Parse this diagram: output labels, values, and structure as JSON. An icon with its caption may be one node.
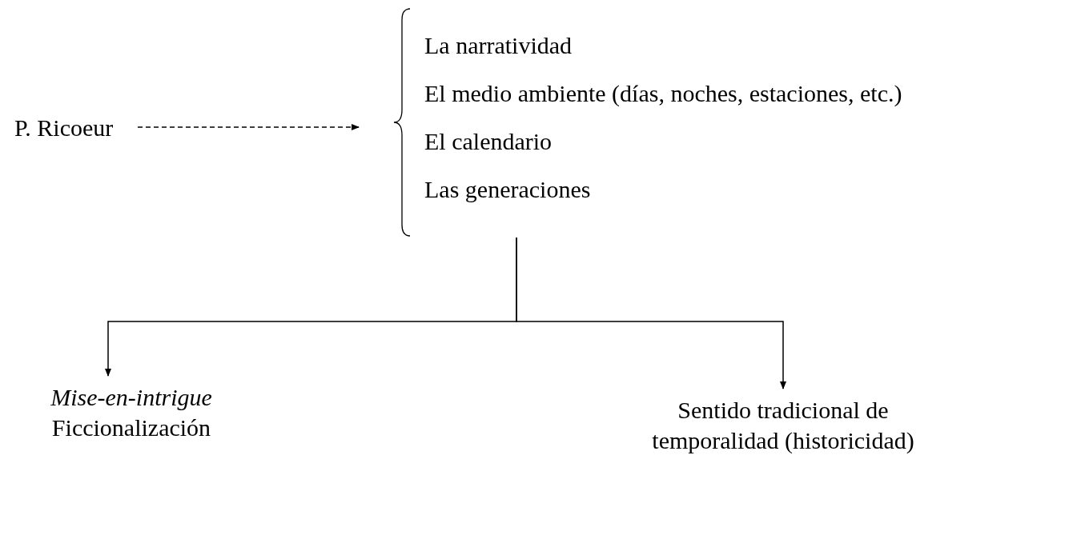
{
  "diagram": {
    "nodes": [
      {
        "text": [
          "P. Ricoeur"
        ]
      },
      {
        "text": [
          "La narratividad",
          "El medio ambiente (días, noches, estaciones, etc.)",
          "El calendario",
          "Las generaciones"
        ]
      },
      {
        "text": [
          "Mise-en-intrigue",
          "Ficcionalización"
        ]
      },
      {
        "text": [
          "Sentido tradicional de temporalidad (historicidad)"
        ]
      }
    ],
    "edges": [
      {
        "from": 0,
        "to": 1,
        "arrow": "to",
        "style": "dashed"
      },
      {
        "from": 1,
        "to": 2,
        "arrow": "to"
      },
      {
        "from": 1,
        "to": 3,
        "arrow": "to"
      }
    ]
  }
}
